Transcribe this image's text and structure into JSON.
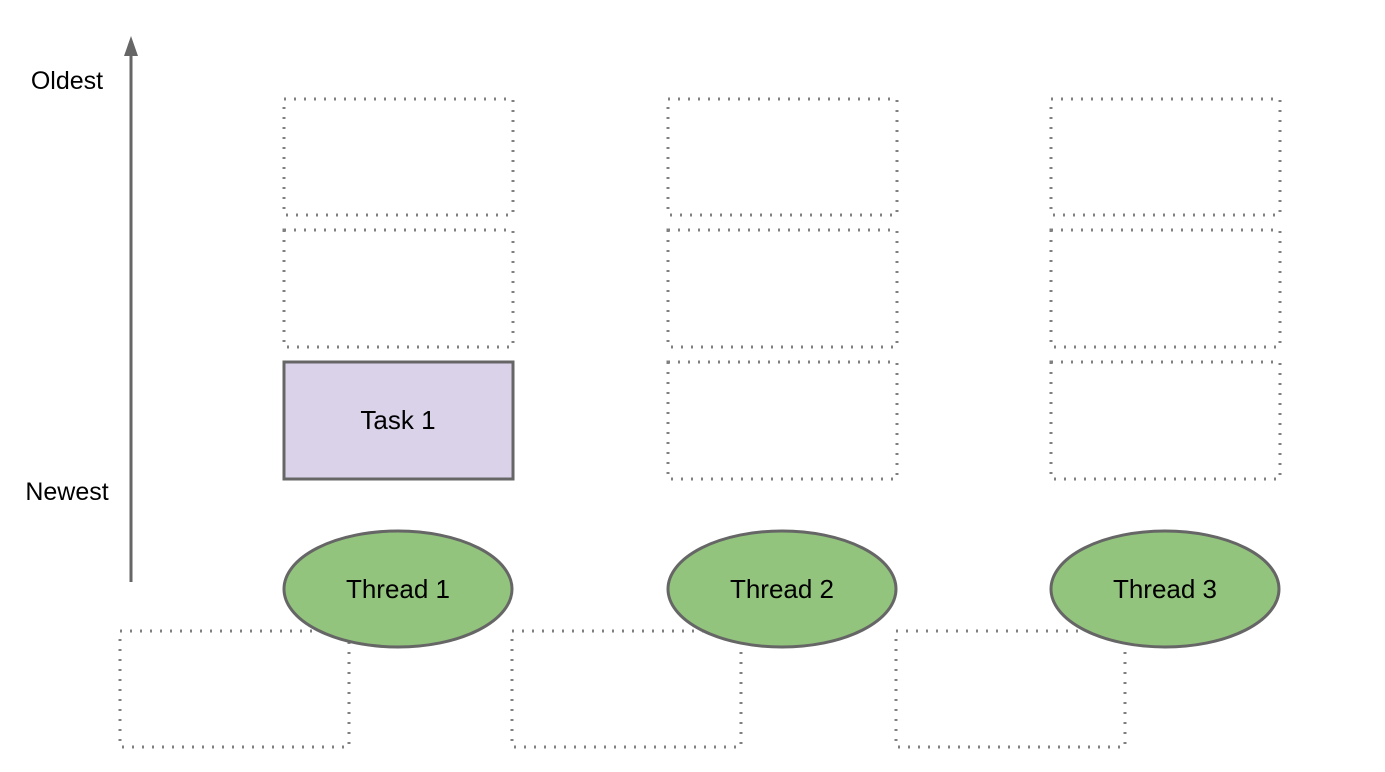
{
  "axis": {
    "top_label": "Oldest",
    "bottom_label": "Newest"
  },
  "threads": [
    {
      "label": "Thread 1",
      "queue": [
        "",
        "",
        "Task 1"
      ]
    },
    {
      "label": "Thread 2",
      "queue": [
        "",
        "",
        ""
      ]
    },
    {
      "label": "Thread 3",
      "queue": [
        "",
        "",
        ""
      ]
    }
  ],
  "colors": {
    "axis": "#666666",
    "task_fill": "#d9d2e9",
    "thread_fill": "#93c47d",
    "outline": "#666666",
    "empty_slot_border": "#808080"
  }
}
